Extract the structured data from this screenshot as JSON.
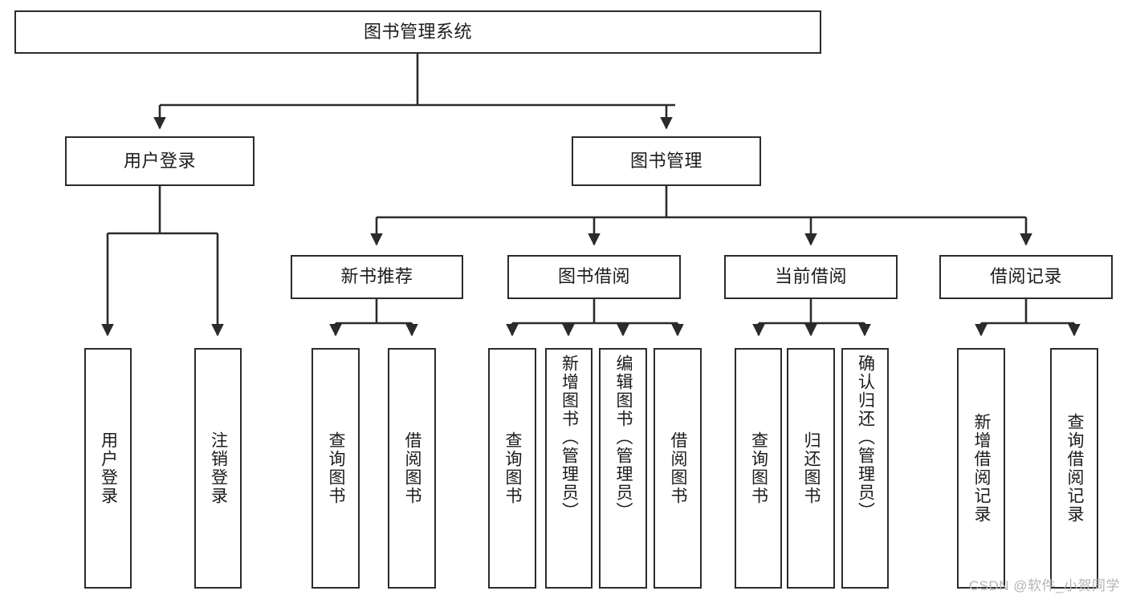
{
  "diagram": {
    "type": "tree",
    "title": "图书管理系统",
    "root": {
      "label": "图书管理系统"
    },
    "level2": [
      {
        "label": "用户登录"
      },
      {
        "label": "图书管理"
      }
    ],
    "level3": [
      {
        "label": "新书推荐"
      },
      {
        "label": "图书借阅"
      },
      {
        "label": "当前借阅"
      },
      {
        "label": "借阅记录"
      }
    ],
    "leaves": {
      "user_login": [
        {
          "label": "用户登录"
        },
        {
          "label": "注销登录"
        }
      ],
      "new_book_recommend": [
        {
          "label": "查询图书"
        },
        {
          "label": "借阅图书"
        }
      ],
      "book_borrow": [
        {
          "label": "查询图书"
        },
        {
          "label": "新增图书（管理员）"
        },
        {
          "label": "编辑图书（管理员）"
        },
        {
          "label": "借阅图书"
        }
      ],
      "current_borrow": [
        {
          "label": "查询图书"
        },
        {
          "label": "归还图书"
        },
        {
          "label": "确认归还（管理员）"
        }
      ],
      "borrow_record": [
        {
          "label": "新增借阅记录"
        },
        {
          "label": "查询借阅记录"
        }
      ]
    }
  },
  "watermark": {
    "text": "CSDN @软件_小贺同学"
  },
  "colors": {
    "stroke": "#2b2b2b",
    "text": "#1b1b1b",
    "background": "#ffffff",
    "watermark": "#b4b4b4"
  }
}
